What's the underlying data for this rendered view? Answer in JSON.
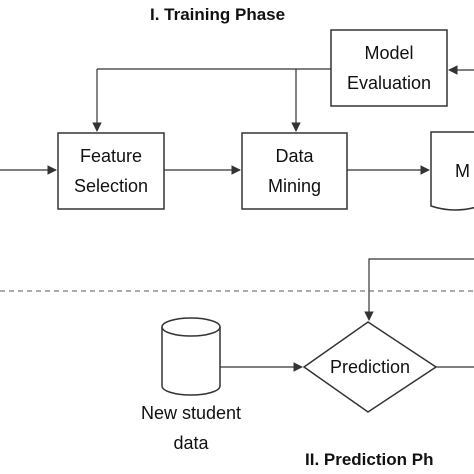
{
  "phases": {
    "training": "I. Training Phase",
    "prediction": "II. Prediction Ph"
  },
  "nodes": {
    "model_evaluation": [
      "Model",
      "Evaluation"
    ],
    "feature_selection": [
      "Feature",
      "Selection"
    ],
    "data_mining": [
      "Data",
      "Mining"
    ],
    "model_store": "M",
    "prediction": "Prediction",
    "new_student_data": [
      "New student",
      "data"
    ]
  },
  "colors": {
    "stroke": "#333333",
    "text": "#111111",
    "background": "#ffffff"
  }
}
